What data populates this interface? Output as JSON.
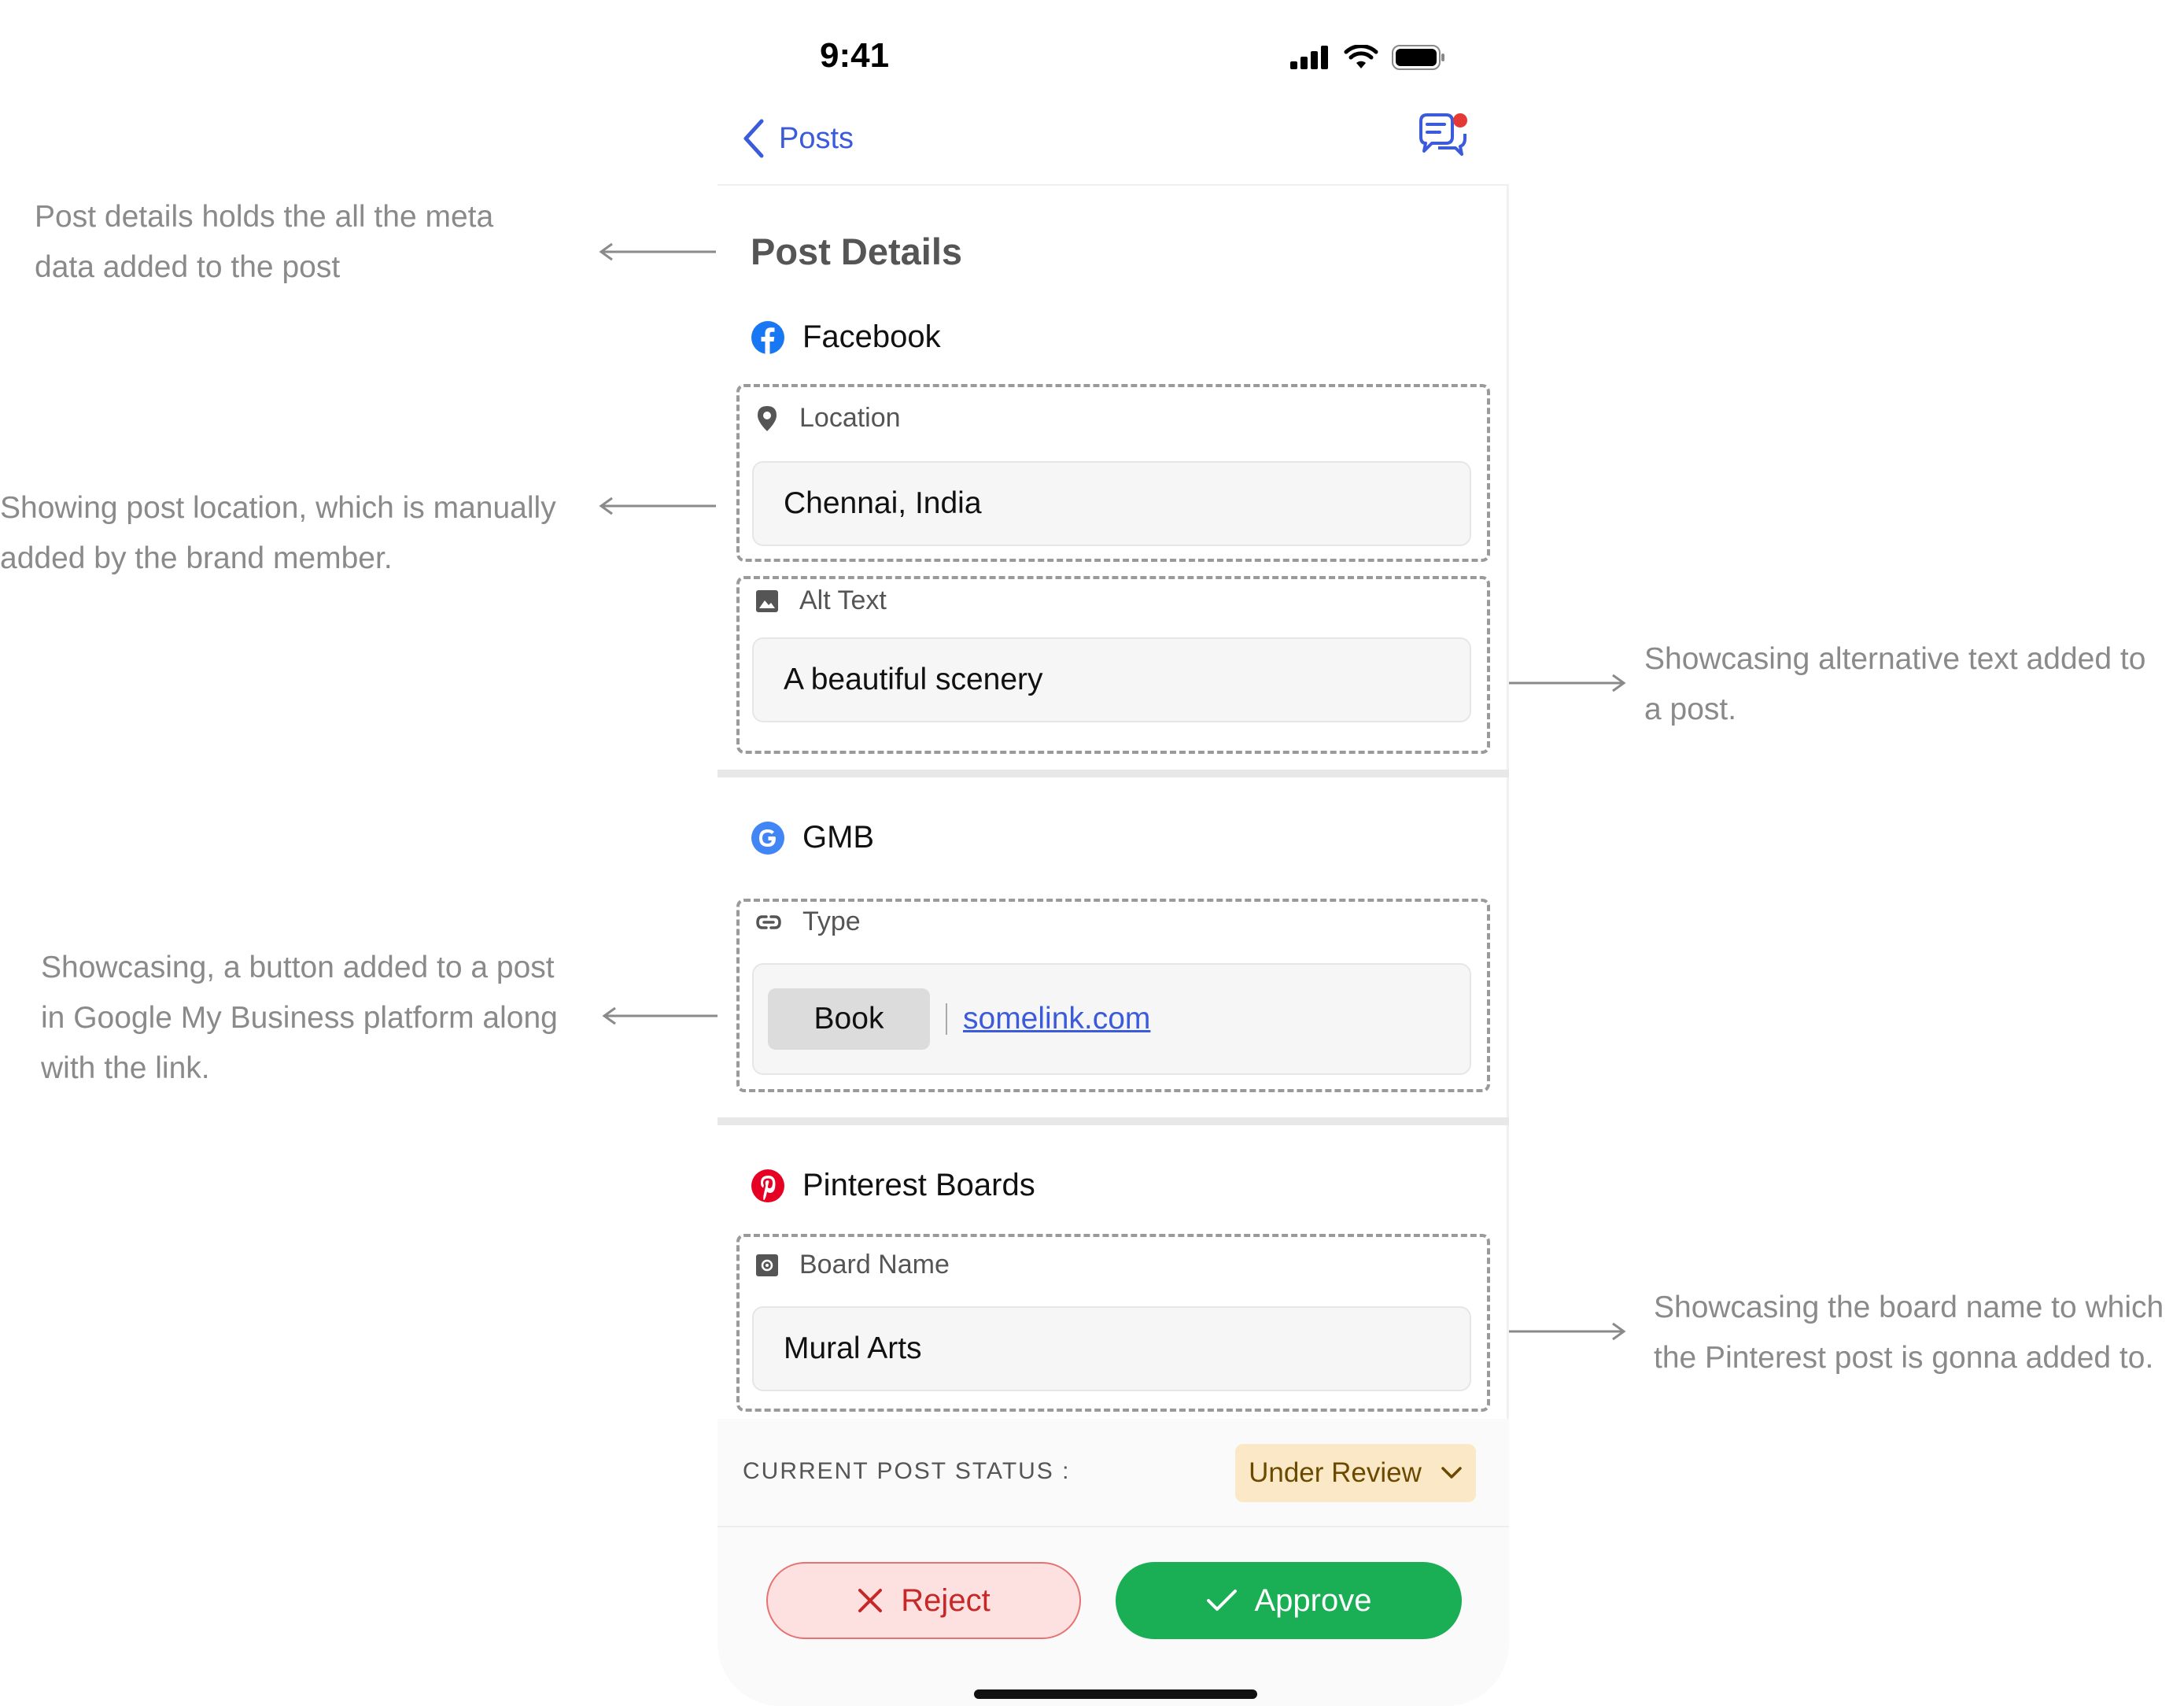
{
  "annotations": {
    "post_details": [
      "Post details holds the all the meta",
      "data added to the post"
    ],
    "location": [
      "Showing post location, which is manually",
      "added by the brand member."
    ],
    "alt_text": [
      "Showcasing alternative text added to",
      "a post."
    ],
    "gmb_button": [
      "Showcasing, a button added to a post",
      "in Google My Business platform along",
      "with the link."
    ],
    "board": [
      "Showcasing the board name to which",
      "the Pinterest post is gonna added to."
    ]
  },
  "status_bar": {
    "time": "9:41"
  },
  "nav": {
    "back_label": "Posts"
  },
  "page_title": "Post Details",
  "facebook": {
    "title": "Facebook",
    "location_label": "Location",
    "location_value": "Chennai, India",
    "alt_label": "Alt Text",
    "alt_value": "A beautiful scenery"
  },
  "gmb": {
    "title": "GMB",
    "type_label": "Type",
    "button_label": "Book",
    "link": "somelink.com"
  },
  "pinterest": {
    "title": "Pinterest Boards",
    "board_label": "Board Name",
    "board_value": "Mural Arts"
  },
  "status": {
    "label": "CURRENT POST STATUS :",
    "value": "Under Review"
  },
  "actions": {
    "reject": "Reject",
    "approve": "Approve"
  },
  "colors": {
    "accent": "#3b5bdb",
    "approve": "#1aae55",
    "reject": "#c62828",
    "status_bg": "#fbe8c6"
  }
}
